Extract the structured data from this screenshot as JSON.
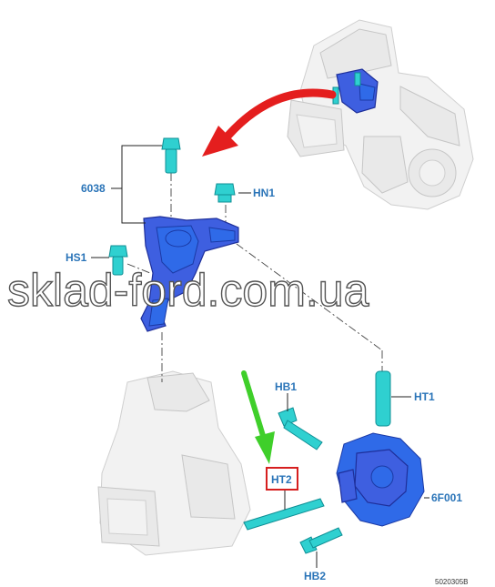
{
  "labels": {
    "bracket_6038": "6038",
    "nut_hn1": "HN1",
    "bolt_hs1": "HS1",
    "bolt_hb1": "HB1",
    "bolt_ht1": "HT1",
    "bolt_ht2": "HT2",
    "mount_6f001": "6F001",
    "bolt_hb2": "HB2"
  },
  "figure_code": "5020305B",
  "watermark": "sklad-ford.com.ua",
  "colors": {
    "part_blue": "#3e5fe0",
    "fastener_teal": "#2fd0d0",
    "label_blue": "#2a74b8",
    "arrow_red": "#e41e1e",
    "arrow_green": "#3fcf2a",
    "highlight_box": "#d61f1f"
  }
}
